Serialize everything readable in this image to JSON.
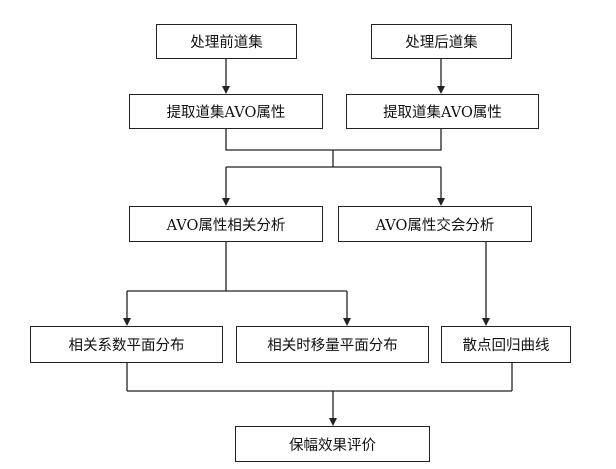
{
  "nodes": {
    "pre_gather": "处理前道集",
    "post_gather": "处理后道集",
    "extract_avo_left": "提取道集AVO属性",
    "extract_avo_right": "提取道集AVO属性",
    "correlation_analysis": "AVO属性相关分析",
    "crossplot_analysis": "AVO属性交会分析",
    "corr_coef_map": "相关系数平面分布",
    "corr_shift_map": "相关时移量平面分布",
    "scatter_regression": "散点回归曲线",
    "evaluation": "保幅效果评价"
  }
}
